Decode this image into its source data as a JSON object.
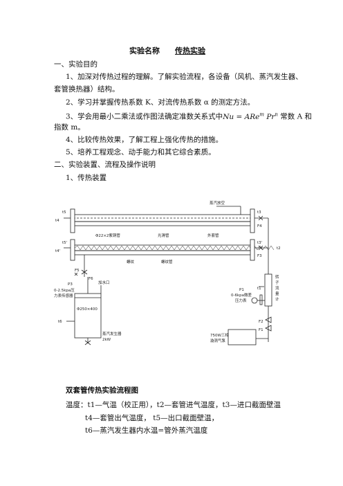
{
  "title": {
    "prefix": "实验名称",
    "name": "传热实验"
  },
  "s1": {
    "heading": "一、实验目的",
    "items": [
      "1、加深对传热过程的理解。了解实验流程，各设备（风机、蒸汽发生器、",
      "套管换热器）结构。",
      "2、学习并掌握传热系数 K、对流传热系数 α 的测定方法。",
      "3、学会用最小二乘法或作图法确定准数关系式中",
      "常数 A 和",
      "指数 m。",
      "4、比较传热效果，了解工程上强化传热的措施。",
      "5、培养工程观念、动手能力和其它综合素质。"
    ],
    "formula": "Nu = ARe",
    "formula_m": "m",
    "formula_pr": "Pr",
    "formula_n": "n"
  },
  "s2": {
    "heading": "二、实验装置、流程及操作说明",
    "sub": "1、传热装置"
  },
  "diagram": {
    "labels": {
      "vent": "蒸汽放空",
      "t5": "t5",
      "t4": "t4",
      "t5p": "t5'",
      "t4p": "t4'",
      "t3": "t3",
      "t3p": "t3'",
      "t2": "t2",
      "t1": "t1",
      "t6": "t6",
      "F4": "F4",
      "F3": "F3",
      "F5": "F5",
      "F6": "F6",
      "F2": "F2",
      "F1": "F1",
      "P3": "P3",
      "P1": "P1",
      "copper": "Φ22×2紫铜管",
      "smooth": "光滑管",
      "outer": "外套管",
      "thread1": "螺纹",
      "thread2": "螺纹管",
      "gauge_p3a": "0-2.5kpa压",
      "gauge_p3b": "力表传感器",
      "fill": "加水口",
      "boiler_size": "Φ250×400",
      "boiler_name": "蒸汽发生器",
      "boiler_power": "2kW",
      "gauge_p1a": "0-6kpa微差",
      "gauge_p1b": "压力表",
      "rot1": "转",
      "rot2": "子",
      "rot3": "流",
      "rot4": "量",
      "rot5": "计",
      "fan1": "750W三相",
      "fan2": "漩涡气泵"
    }
  },
  "caption": "双套管传热实验流程图",
  "legend": {
    "l1": "温度：t1—气温（校正用），t2—套管进气温度，t3—进口截面壁温",
    "l2": "t4—套管出气温度，  t5—出口截面壁温，",
    "l3": "t6—蒸汽发生器内水温=管外蒸汽温度"
  }
}
